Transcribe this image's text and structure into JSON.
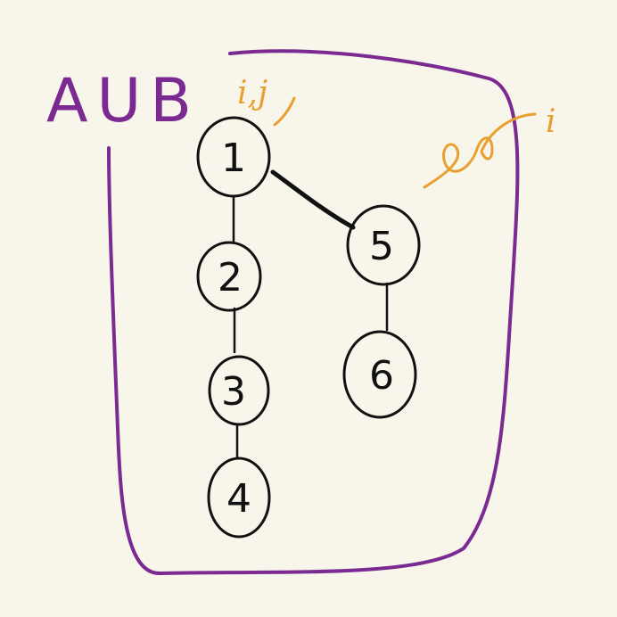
{
  "set_label": "AUB",
  "nodes": [
    {
      "id": "1",
      "label": "1"
    },
    {
      "id": "2",
      "label": "2"
    },
    {
      "id": "3",
      "label": "3"
    },
    {
      "id": "4",
      "label": "4"
    },
    {
      "id": "5",
      "label": "5"
    },
    {
      "id": "6",
      "label": "6"
    }
  ],
  "edges": [
    [
      "1",
      "2"
    ],
    [
      "2",
      "3"
    ],
    [
      "3",
      "4"
    ],
    [
      "1",
      "5"
    ],
    [
      "5",
      "6"
    ]
  ],
  "annotations": {
    "node1": "i,j",
    "node5": "i"
  },
  "colors": {
    "background": "#f8f5ea",
    "set_outline": "#7a2a90",
    "ink": "#111111",
    "annotation": "#e8a030"
  }
}
